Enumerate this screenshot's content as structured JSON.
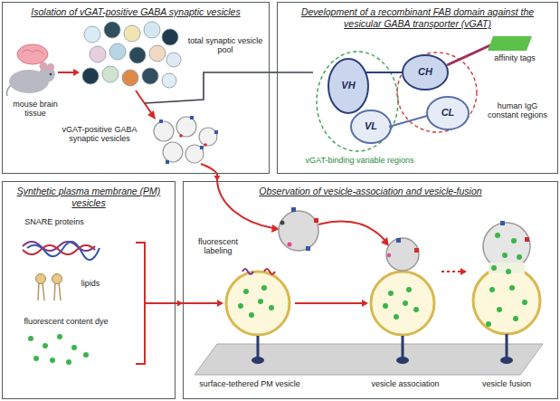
{
  "diagram": {
    "nodes": [
      {
        "text": [
          "Isolation of vGAT-positive GABA synaptic vesicles"
        ]
      },
      {
        "text": [
          "Development of a recombinant FAB domain against the vesicular GABA transporter (vGAT)"
        ]
      },
      {
        "text": [
          "Synthetic plasma membrane (PM) vesicles"
        ]
      },
      {
        "text": [
          "Observation of vesicle-association and vesicle-fusion"
        ]
      }
    ],
    "edges": [
      {
        "from": 1,
        "to": 0,
        "arrow": "none"
      },
      {
        "from": 0,
        "to": 3,
        "arrow": "to"
      },
      {
        "from": 2,
        "to": 3,
        "arrow": "to"
      }
    ],
    "labels": [
      "mouse brain tissue",
      "total synaptic vesicle pool",
      "vGAT-positive GABA synaptic vesicles",
      "affinity tags",
      "VH",
      "CH",
      "VL",
      "CL",
      "human IgG constant regions",
      "vGAT-binding variable regions",
      "SNARE proteins",
      "lipids",
      "fluorescent content dye",
      "fluorescent labeling",
      "surface-tethered PM vesicle",
      "vesicle association",
      "vesicle fusion"
    ]
  }
}
